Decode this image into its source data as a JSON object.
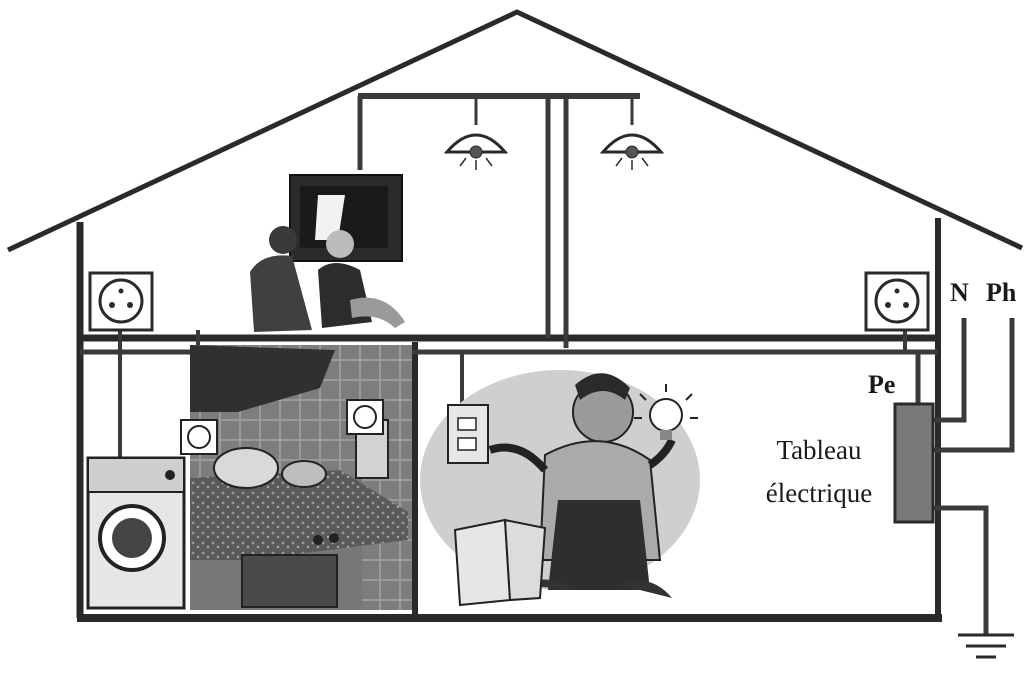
{
  "labels": {
    "neutral": "N",
    "phase": "Ph",
    "earth": "Pe",
    "panel_line1": "Tableau",
    "panel_line2": "électrique"
  },
  "colors": {
    "wire": "#3a3a3a",
    "wall": "#2a2a2a",
    "panel": "#7a7a7a",
    "kitchen_tile": "#8c8c8c",
    "bubble": "#cfcfcf"
  },
  "icons": {
    "outlet": "power-socket-icon",
    "ceiling_lamp": "ceiling-lamp-icon",
    "earth": "earth-ground-icon",
    "bulb": "light-bulb-icon"
  }
}
